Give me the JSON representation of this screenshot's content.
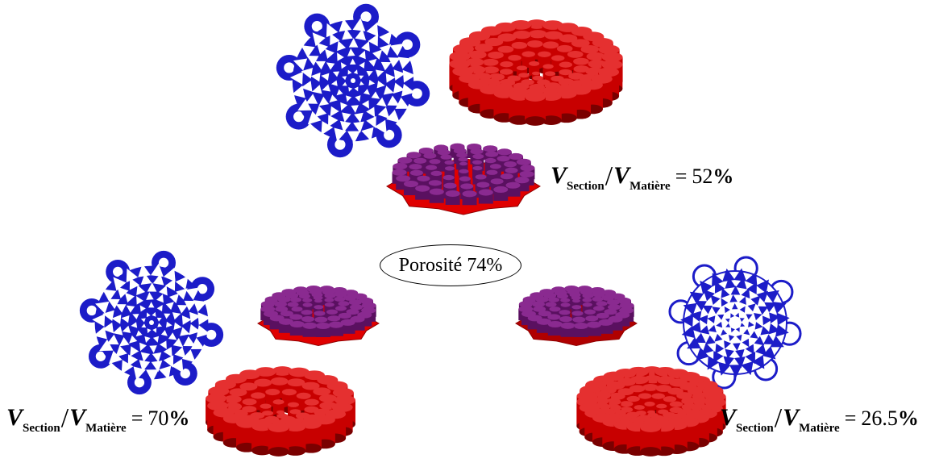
{
  "center_label": "Porosité 74%",
  "formulas": [
    {
      "id": "top",
      "v1": "V",
      "sub1": "Section",
      "slash": "/",
      "v2": "V",
      "sub2": "Matière",
      "eq": "=",
      "value": "52",
      "pct": "%"
    },
    {
      "id": "left",
      "v1": "V",
      "sub1": "Section",
      "slash": "/",
      "v2": "V",
      "sub2": "Matière",
      "eq": "=",
      "value": "70",
      "pct": "%"
    },
    {
      "id": "right",
      "v1": "V",
      "sub1": "Section",
      "slash": "/",
      "v2": "V",
      "sub2": "Matière",
      "eq": "=",
      "value": "26.5",
      "pct": "%"
    }
  ],
  "colors": {
    "section_blue": "#1c1cc8",
    "cylinder_red": "#c80000",
    "cylinder_dark": "#7a0000",
    "plate_red": "#e00000",
    "post_purple": "#5a1060"
  }
}
